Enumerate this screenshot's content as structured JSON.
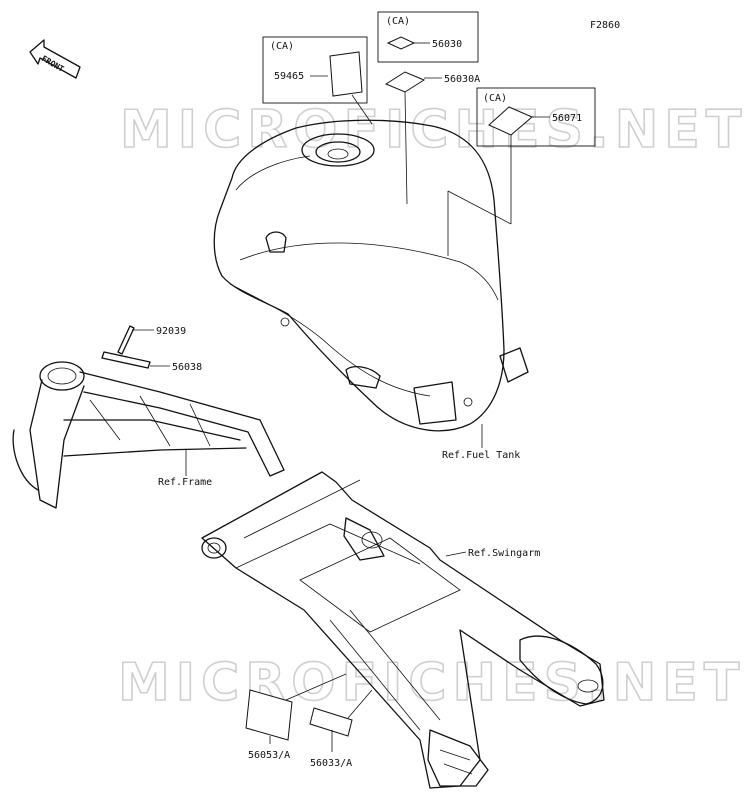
{
  "diagram_code": "F2860",
  "front_label": "FRONT",
  "watermark": "MICROFICHES.NET",
  "callouts": {
    "ca_1": "(CA)",
    "ca_2": "(CA)",
    "ca_3": "(CA)",
    "part_59465": "59465",
    "part_56030": "56030",
    "part_56030a": "56030A",
    "part_56071": "56071",
    "part_92039": "92039",
    "part_56038": "56038",
    "part_56053a": "56053/A",
    "part_56033a": "56033/A"
  },
  "references": {
    "fuel_tank": "Ref.Fuel Tank",
    "frame": "Ref.Frame",
    "swingarm": "Ref.Swingarm"
  }
}
